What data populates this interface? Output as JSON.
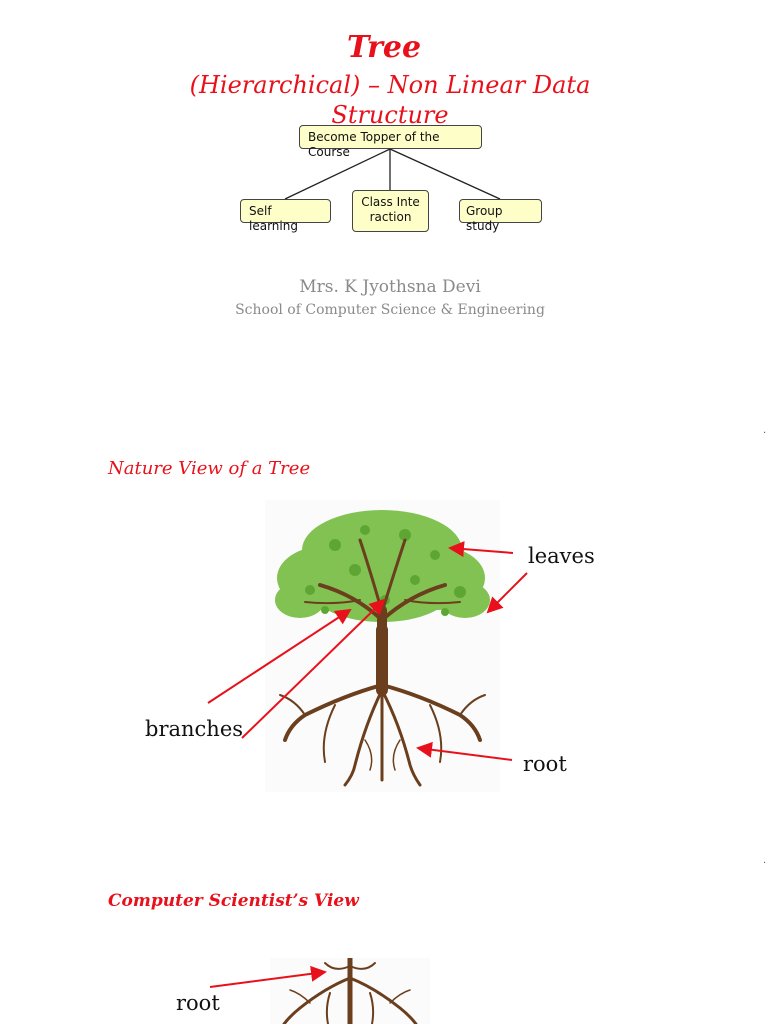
{
  "slide1": {
    "title": "Tree",
    "subtitle": "(Hierarchical) – Non Linear Data Structure",
    "diagram": {
      "root": "Become Topper of the Course",
      "children": [
        "Self learning",
        "Class Interaction",
        "Group study"
      ]
    },
    "author": "Mrs. K Jyothsna Devi",
    "school": "School of Computer Science & Engineering"
  },
  "slide2": {
    "heading": "Nature View of a Tree",
    "labels": {
      "leaves": "leaves",
      "branches": "branches",
      "root": "root"
    }
  },
  "slide3": {
    "heading": "Computer Scientist’s View",
    "labels": {
      "root": "root"
    }
  },
  "colors": {
    "accent": "#e8111b",
    "node_fill": "#fefec8",
    "muted_text": "#8a8a8a",
    "foliage": "#7cc04a",
    "trunk": "#6b3f1d"
  }
}
